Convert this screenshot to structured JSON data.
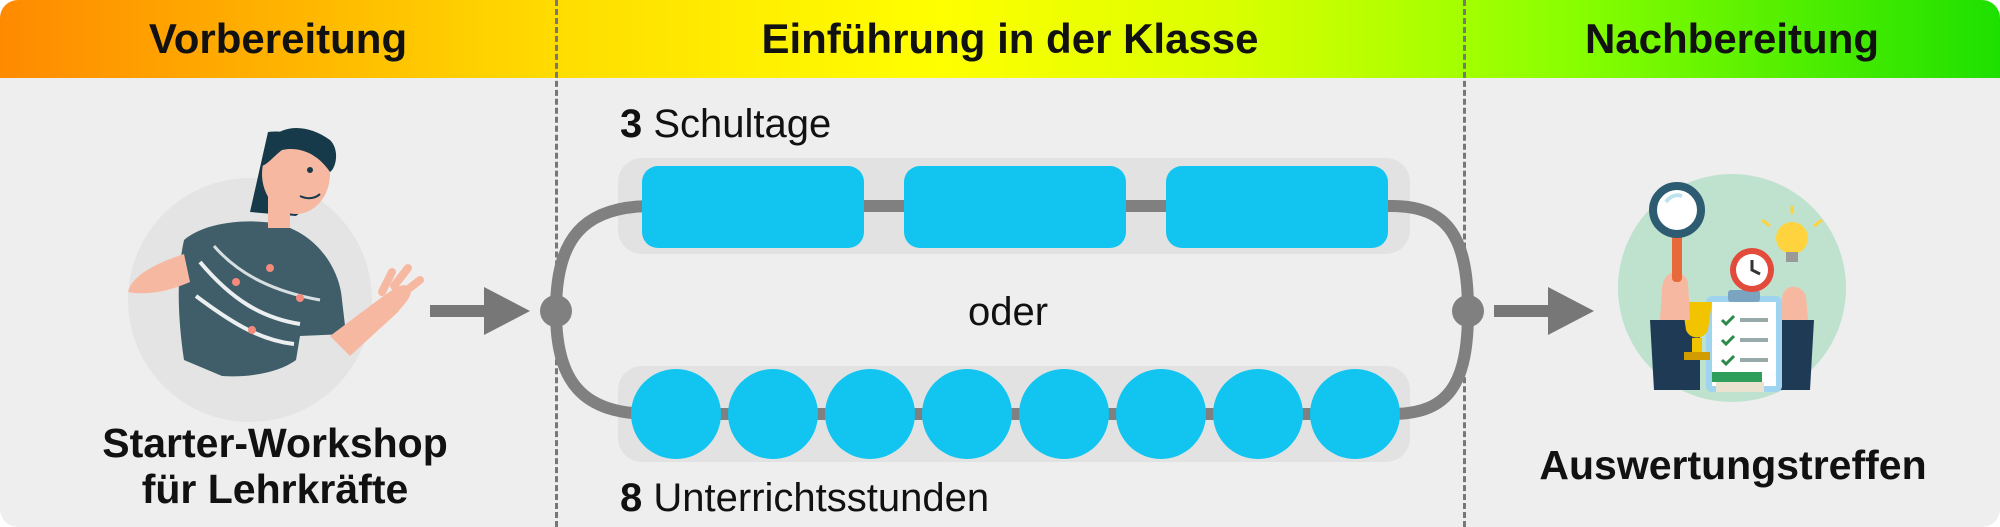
{
  "header": {
    "preparation": "Vorbereitung",
    "introduction": "Einführung in der Klasse",
    "followup": "Nachbereitung"
  },
  "left": {
    "caption_line1": "Starter-Workshop",
    "caption_line2": "für Lehrkräfte",
    "icon": "teacher-illustration"
  },
  "middle": {
    "top_count": "3",
    "top_unit": "Schultage",
    "or_label": "oder",
    "bottom_count": "8",
    "bottom_unit": "Unterrichtsstunden",
    "top_block_count": 3,
    "bottom_circle_count": 8
  },
  "right": {
    "caption": "Auswertungstreffen",
    "icon": "evaluation-illustration"
  },
  "colors": {
    "block": "#11c5f0",
    "track": "#808080",
    "track_bg": "#e2e2e2",
    "arrow": "#777777",
    "background": "#eeeeee"
  }
}
